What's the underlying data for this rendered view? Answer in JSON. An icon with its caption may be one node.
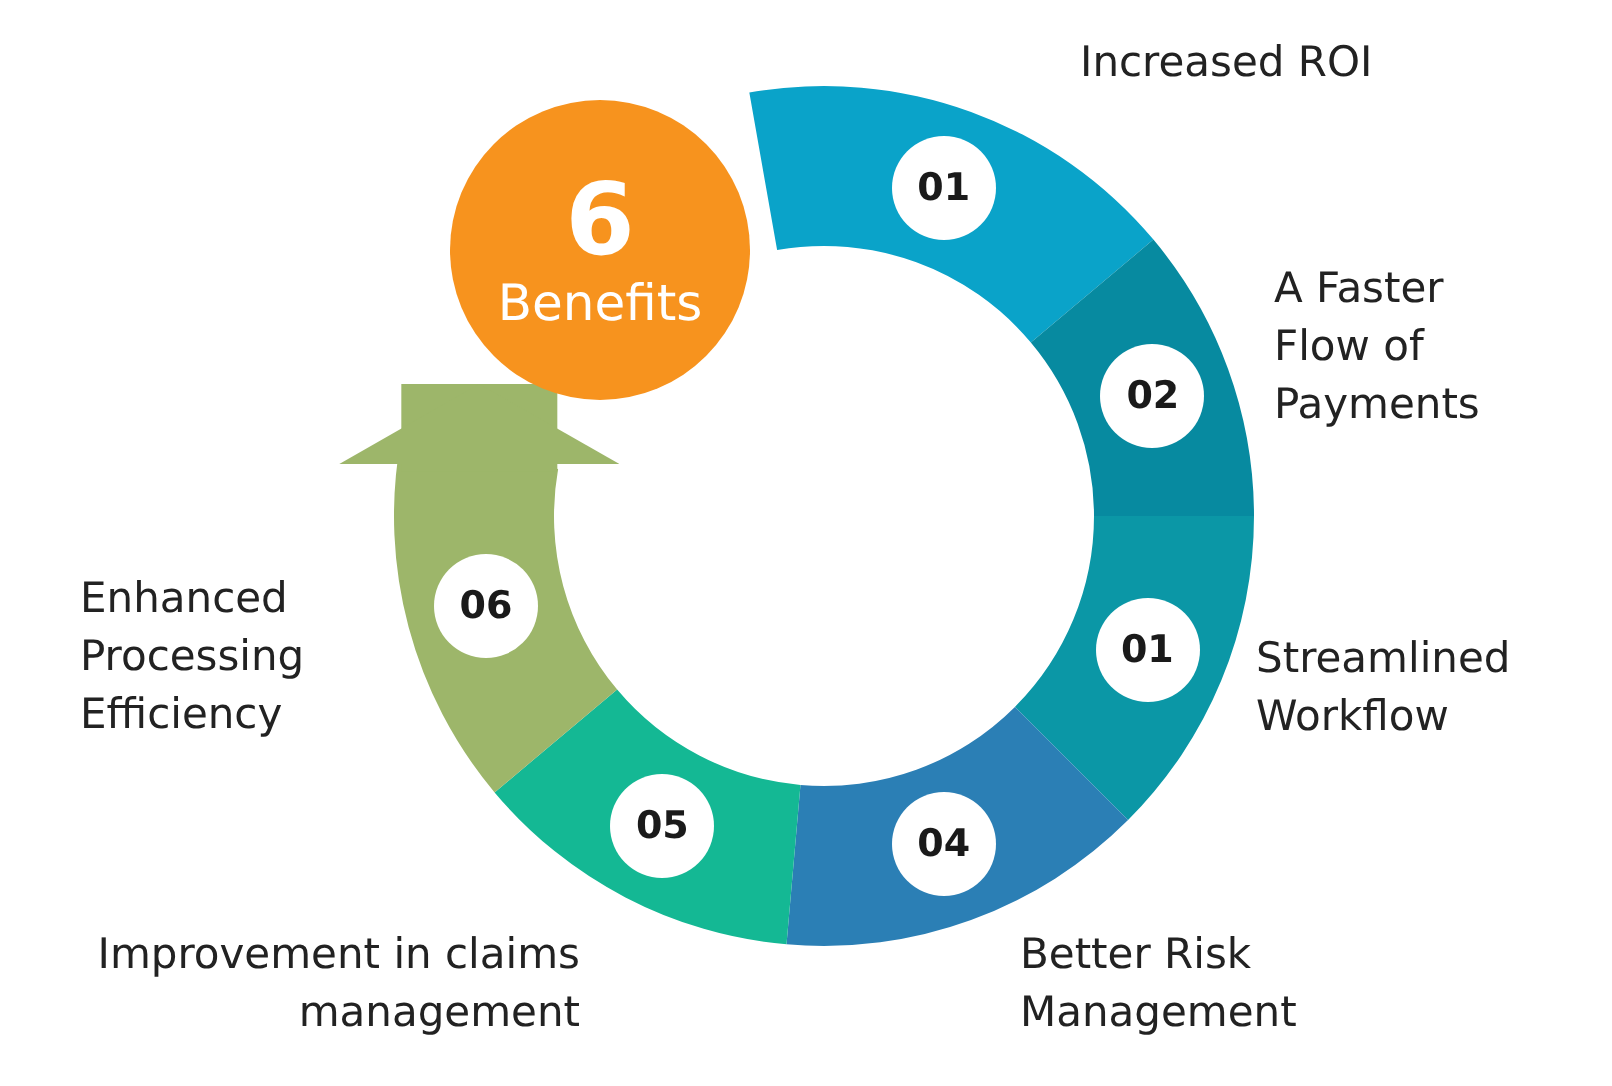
{
  "diagram": {
    "nodes": [
      {
        "text": [
          "6",
          "Benefits"
        ]
      },
      {
        "text": [
          "01"
        ],
        "beside": [
          "Increased ROI"
        ]
      },
      {
        "text": [
          "02"
        ],
        "beside": [
          "A Faster Flow of Payments"
        ]
      },
      {
        "text": [
          "01"
        ],
        "beside": [
          "Streamlined Workflow"
        ]
      },
      {
        "text": [
          "04"
        ],
        "beside": [
          "Better Risk Management"
        ]
      },
      {
        "text": [
          "05"
        ],
        "beside": [
          "Improvement in claims management"
        ]
      },
      {
        "text": [
          "06"
        ],
        "beside": [
          "Enhanced Processing Efficiency"
        ]
      }
    ],
    "edges": [
      {
        "from": 6,
        "to": 0,
        "arrow": "to"
      }
    ]
  }
}
